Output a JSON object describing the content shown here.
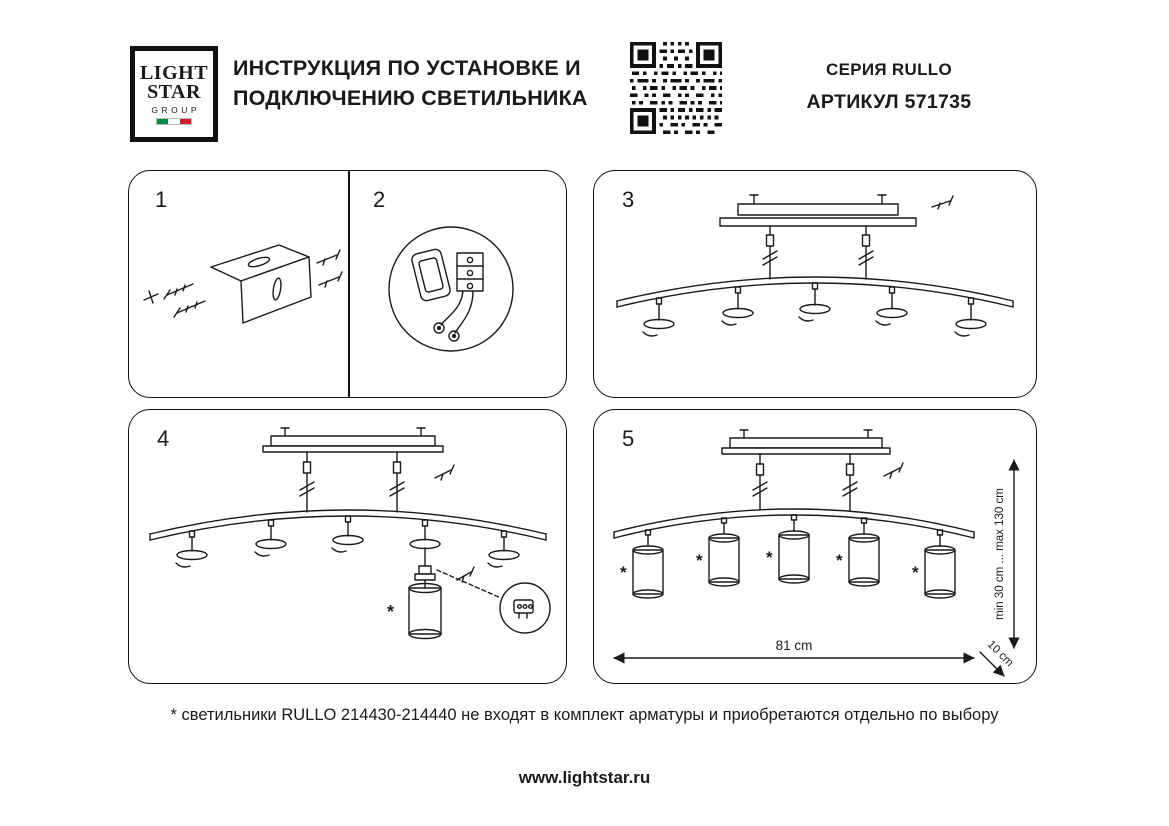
{
  "header": {
    "logo": {
      "line1": "LIGHT",
      "line2": "STAR",
      "line3": "GROUP"
    },
    "title": {
      "line1": "ИНСТРУКЦИЯ ПО УСТАНОВКЕ И",
      "line2": "ПОДКЛЮЧЕНИЮ СВЕТИЛЬНИКА"
    },
    "series": "СЕРИЯ RULLO",
    "article": "АРТИКУЛ 571735"
  },
  "steps": [
    {
      "num": "1"
    },
    {
      "num": "2"
    },
    {
      "num": "3"
    },
    {
      "num": "4"
    },
    {
      "num": "5"
    }
  ],
  "marks": {
    "asterisk": "*"
  },
  "dimensions": {
    "width": "81 cm",
    "height_range": "min 30 cm ... max 130 cm",
    "canopy": "10 cm"
  },
  "footer": {
    "note": "* светильники RULLO 214430-214440 не входят в комплект арматуры и приобретаются отдельно по выбору",
    "website": "www.lightstar.ru"
  },
  "colors": {
    "ink": "#1a1a1a",
    "flag_green": "#008C45",
    "flag_red": "#CD212A"
  }
}
